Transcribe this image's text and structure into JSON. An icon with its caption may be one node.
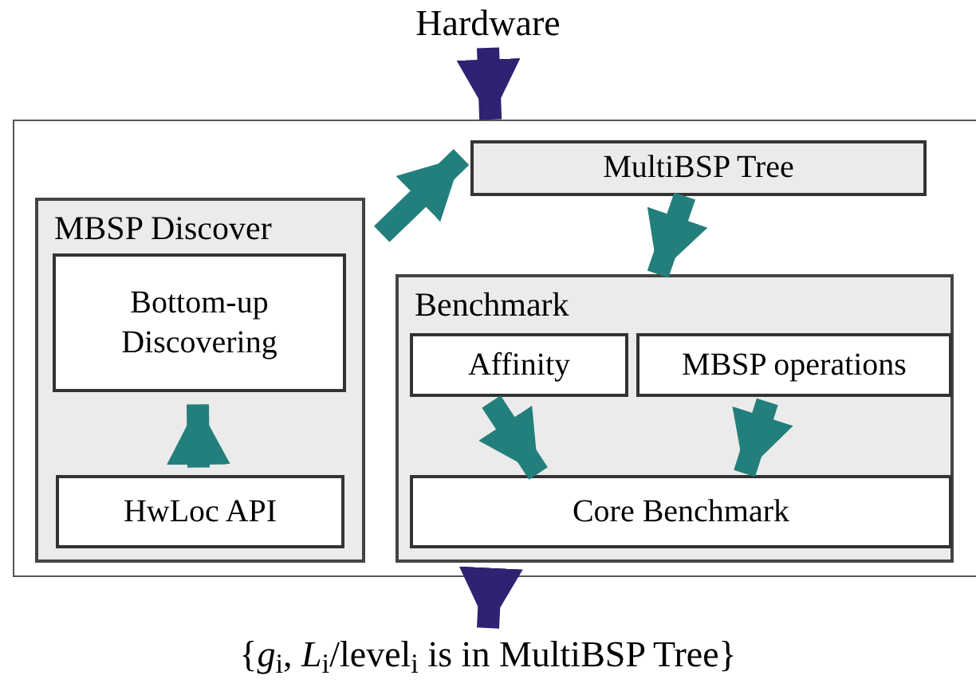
{
  "diagram": {
    "nodes": [
      {
        "text": [
          "Hardware"
        ]
      },
      {
        "text": [],
        "shape": "box"
      },
      {
        "text": [
          "MultiBSP Tree"
        ],
        "in": 1
      },
      {
        "text": [
          "MBSP Discover"
        ],
        "in": 1
      },
      {
        "text": [
          "Bottom-up Discovering"
        ],
        "in": 3
      },
      {
        "text": [
          "HwLoc API"
        ],
        "in": 3
      },
      {
        "text": [
          "Benchmark"
        ],
        "in": 1
      },
      {
        "text": [
          "Affinity"
        ],
        "in": 6
      },
      {
        "text": [
          "MBSP operations"
        ],
        "in": 6
      },
      {
        "text": [
          "Core Benchmark"
        ],
        "in": 6
      },
      {
        "text": [
          "{*g*$_{i}$, *L*$_{i}$/level$_{i}$ is in MultiBSP Tree}"
        ]
      }
    ],
    "edges": [
      {
        "from": 0,
        "to": 1,
        "arrow": "to",
        "color": "#2e2272"
      },
      {
        "from": 1,
        "to": 10,
        "arrow": "to",
        "color": "#2e2272"
      },
      {
        "from": 3,
        "to": 2,
        "arrow": "to"
      },
      {
        "from": 2,
        "to": 6,
        "arrow": "to"
      },
      {
        "from": 5,
        "to": 4,
        "arrow": "to"
      },
      {
        "from": 7,
        "to": 9,
        "arrow": "to"
      },
      {
        "from": 8,
        "to": 9,
        "arrow": "to"
      }
    ]
  }
}
